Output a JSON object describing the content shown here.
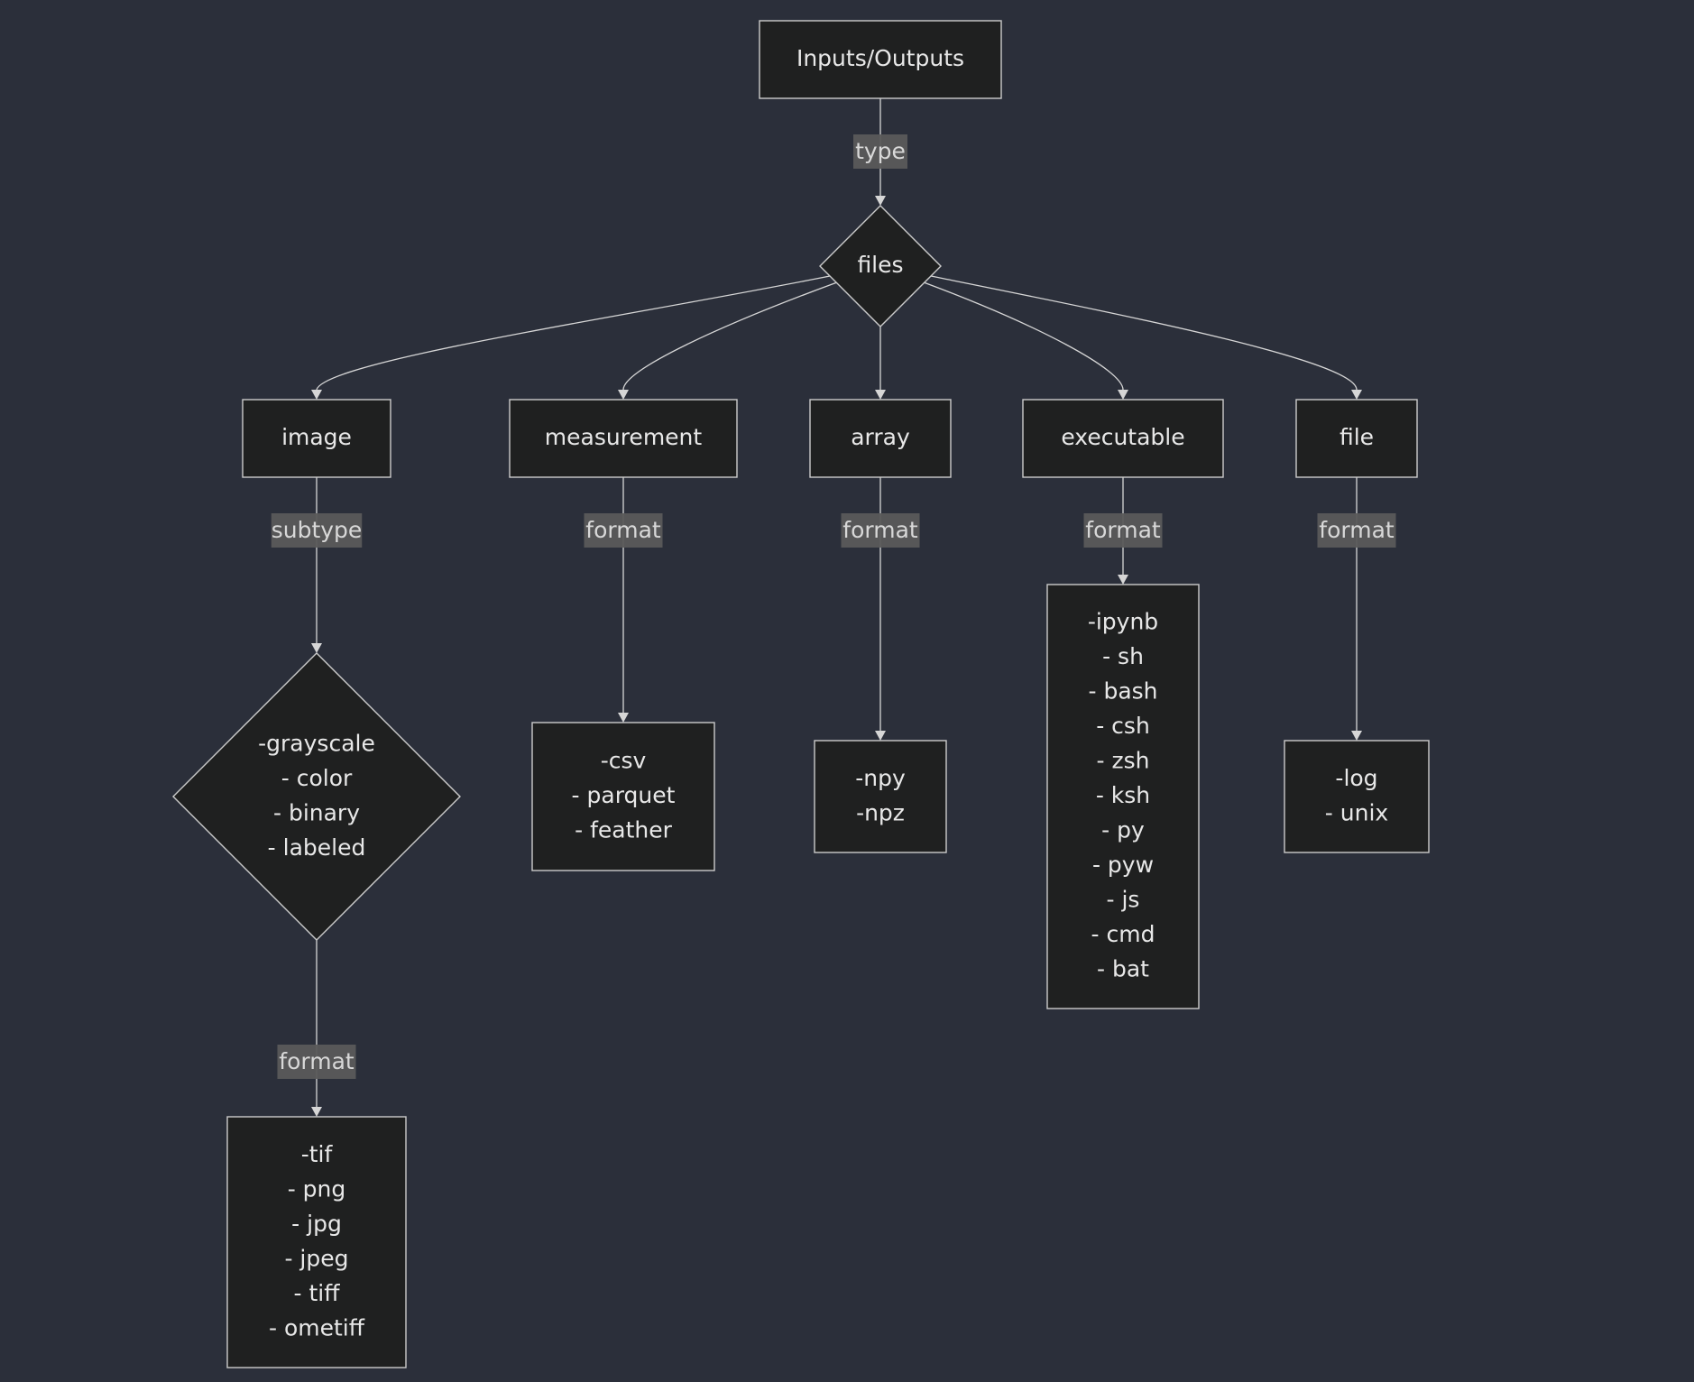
{
  "diagram": {
    "nodes": {
      "root": {
        "lines": [
          "Inputs/Outputs"
        ],
        "shape": "rect"
      },
      "files": {
        "lines": [
          "files"
        ],
        "shape": "diamond"
      },
      "image": {
        "lines": [
          "image"
        ],
        "shape": "rect"
      },
      "measurement": {
        "lines": [
          "measurement"
        ],
        "shape": "rect"
      },
      "array": {
        "lines": [
          "array"
        ],
        "shape": "rect"
      },
      "executable": {
        "lines": [
          "executable"
        ],
        "shape": "rect"
      },
      "file": {
        "lines": [
          "file"
        ],
        "shape": "rect"
      },
      "image_subtypes": {
        "lines": [
          "-grayscale",
          "- color",
          "- binary",
          "- labeled"
        ],
        "shape": "diamond"
      },
      "image_formats": {
        "lines": [
          "-tif",
          "- png",
          "- jpg",
          "- jpeg",
          "- tiff",
          "- ometiff"
        ],
        "shape": "rect"
      },
      "measurement_formats": {
        "lines": [
          "-csv",
          "- parquet",
          "- feather"
        ],
        "shape": "rect"
      },
      "array_formats": {
        "lines": [
          "-npy",
          "-npz"
        ],
        "shape": "rect"
      },
      "executable_formats": {
        "lines": [
          "-ipynb",
          "- sh",
          "- bash",
          "- csh",
          "- zsh",
          "- ksh",
          "- py",
          "- pyw",
          "- js",
          "- cmd",
          "- bat"
        ],
        "shape": "rect"
      },
      "file_formats": {
        "lines": [
          "-log",
          "- unix"
        ],
        "shape": "rect"
      }
    },
    "edges": [
      {
        "from": "root",
        "to": "files",
        "label": "type"
      },
      {
        "from": "files",
        "to": "image",
        "label": ""
      },
      {
        "from": "files",
        "to": "measurement",
        "label": ""
      },
      {
        "from": "files",
        "to": "array",
        "label": ""
      },
      {
        "from": "files",
        "to": "executable",
        "label": ""
      },
      {
        "from": "files",
        "to": "file",
        "label": ""
      },
      {
        "from": "image",
        "to": "image_subtypes",
        "label": "subtype"
      },
      {
        "from": "image_subtypes",
        "to": "image_formats",
        "label": "format"
      },
      {
        "from": "measurement",
        "to": "measurement_formats",
        "label": "format"
      },
      {
        "from": "array",
        "to": "array_formats",
        "label": "format"
      },
      {
        "from": "executable",
        "to": "executable_formats",
        "label": "format"
      },
      {
        "from": "file",
        "to": "file_formats",
        "label": "format"
      }
    ],
    "colors": {
      "background": "#2b2f3a",
      "node_fill": "#1f2020",
      "node_stroke": "#cccccc",
      "text": "#e8e8e8",
      "edge": "#d6d6d6",
      "edge_label_bg": "#5a5a5a"
    }
  }
}
